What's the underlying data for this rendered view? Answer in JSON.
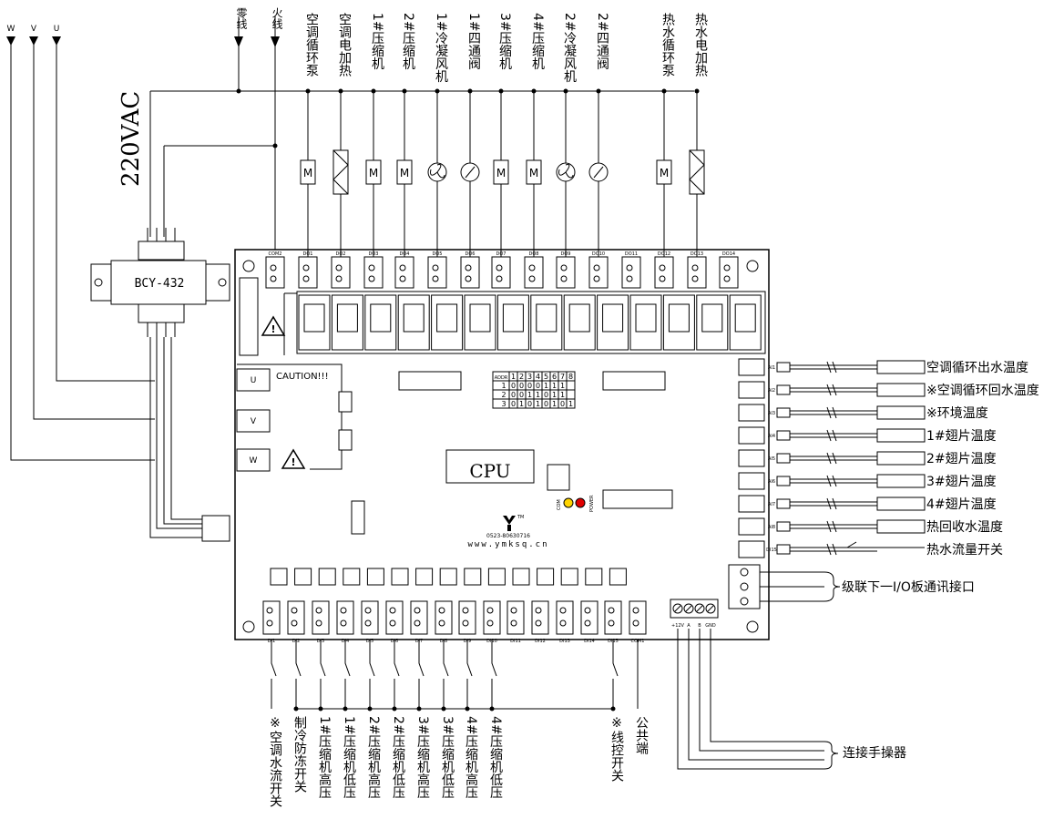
{
  "phase_labels": [
    "W",
    "V",
    "U"
  ],
  "mains_labels": [
    "零线",
    "火线"
  ],
  "supply_voltage": "220VAC",
  "transformer_model": "BCY-432",
  "top_outputs": [
    "空调循环泵",
    "空调电加热",
    "1#压缩机",
    "2#压缩机",
    "1#冷凝风机",
    "1#四通阀",
    "3#压缩机",
    "4#压缩机",
    "2#冷凝风机",
    "2#四通阀",
    "热水循环泵",
    "热水电加热"
  ],
  "top_output_symbols": [
    "M",
    "heater",
    "M",
    "M",
    "fan",
    "valve",
    "M",
    "M",
    "fan",
    "valve",
    "M",
    "heater"
  ],
  "top_terminal_ids": [
    "COM2",
    "DO1",
    "DO2",
    "DO3",
    "DO4",
    "DO5",
    "DO6",
    "DO7",
    "DO8",
    "DO9",
    "DO10",
    "DO11",
    "DO12",
    "DO13",
    "DO14"
  ],
  "board_left_terminals": [
    "U",
    "V",
    "W"
  ],
  "caution_text": "CAUTION!!!",
  "cpu_label": "CPU",
  "address_table": {
    "header": [
      "ADDR",
      "1",
      "2",
      "3",
      "4",
      "5",
      "6",
      "7",
      "8"
    ],
    "rows": [
      [
        "1",
        "0",
        "0",
        "0",
        "0",
        "1",
        "1",
        "1"
      ],
      [
        "2",
        "0",
        "0",
        "1",
        "1",
        "0",
        "1",
        "1"
      ],
      [
        "3",
        "0",
        "1",
        "0",
        "1",
        "0",
        "1",
        "0",
        "1"
      ]
    ]
  },
  "website": "www.ymksq.cn",
  "phone": "0523-80630716",
  "logo_tm": "TM",
  "led_labels": [
    "COM",
    "POWER"
  ],
  "right_sensors": [
    "空调循环出水温度",
    "※空调循环回水温度",
    "※环境温度",
    "1#翅片温度",
    "2#翅片温度",
    "3#翅片温度",
    "4#翅片温度",
    "热回收水温度",
    "热水流量开关"
  ],
  "right_terminal_ids": [
    "AI1",
    "AI2",
    "AI3",
    "AI4",
    "AI5",
    "AI6",
    "AI7",
    "AI8",
    "DI15"
  ],
  "cascade_label": "级联下一I/O板通讯接口",
  "bottom_terminal_ids": [
    "DI1",
    "DI2",
    "DI3",
    "DI4",
    "DI5",
    "DI6",
    "DI7",
    "DI8",
    "DI9",
    "DI10",
    "DI11",
    "DI12",
    "DI13",
    "DI14",
    "DI15",
    "COM1"
  ],
  "bottom_inputs": [
    "※空调水流开关",
    "制冷防冻开关",
    "1#压缩机高压",
    "1#压缩机低压",
    "2#压缩机高压",
    "2#压缩机低压",
    "3#压缩机高压",
    "3#压缩机低压",
    "4#压缩机高压",
    "4#压缩机低压"
  ],
  "bottom_inputs_right": [
    "※线控开关",
    "公共端"
  ],
  "keypad_terminals": [
    "+12V",
    "A",
    "B",
    "GND"
  ],
  "keypad_label": "连接手操器"
}
